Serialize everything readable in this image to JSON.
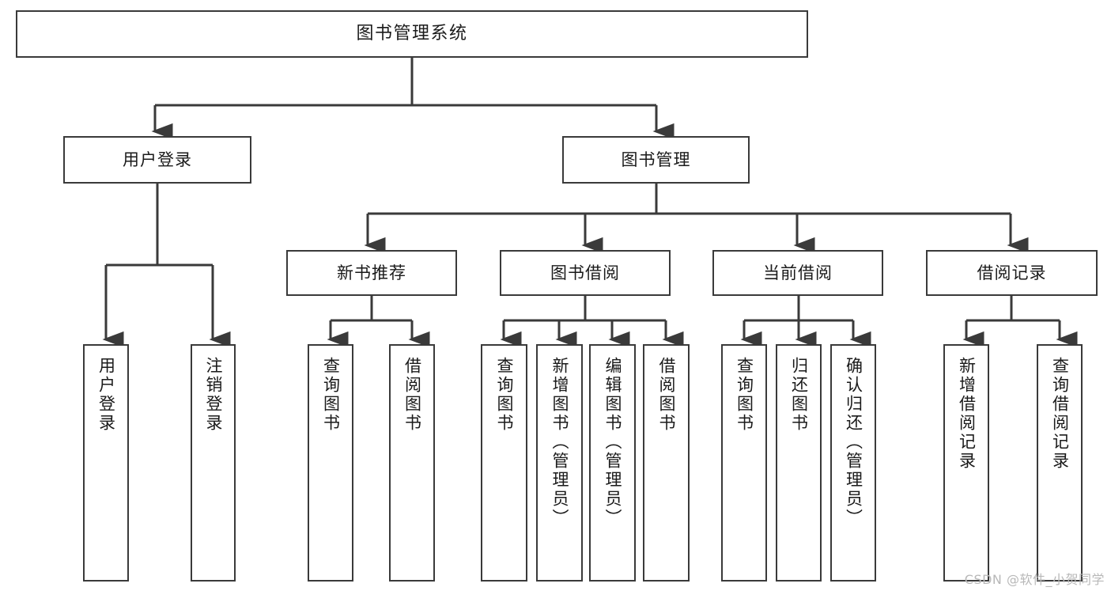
{
  "diagram": {
    "title": "图书管理系统",
    "type": "tree-hierarchy-chart",
    "watermark": "CSDN @软件_小贺同学",
    "colors": {
      "box_border": "#3a3a3a",
      "box_fill": "#ffffff",
      "connector": "#3a3a3a",
      "text": "#1a1a1a",
      "watermark": "#b8b8b8"
    }
  },
  "nodes": {
    "root": {
      "label": "图书管理系统"
    },
    "level2": [
      {
        "label": "用户登录"
      },
      {
        "label": "图书管理"
      }
    ],
    "level3": [
      {
        "label": "新书推荐"
      },
      {
        "label": "图书借阅"
      },
      {
        "label": "当前借阅"
      },
      {
        "label": "借阅记录"
      }
    ],
    "leaves_user_login": [
      {
        "label": "用户登录"
      },
      {
        "label": "注销登录"
      }
    ],
    "leaves_new_book": [
      {
        "label": "查询图书"
      },
      {
        "label": "借阅图书"
      }
    ],
    "leaves_borrow": [
      {
        "label": "查询图书"
      },
      {
        "label": "新增图书（管理员）"
      },
      {
        "label": "编辑图书（管理员）"
      },
      {
        "label": "借阅图书"
      }
    ],
    "leaves_current": [
      {
        "label": "查询图书"
      },
      {
        "label": "归还图书"
      },
      {
        "label": "确认归还（管理员）"
      }
    ],
    "leaves_records": [
      {
        "label": "新增借阅记录"
      },
      {
        "label": "查询借阅记录"
      }
    ]
  }
}
